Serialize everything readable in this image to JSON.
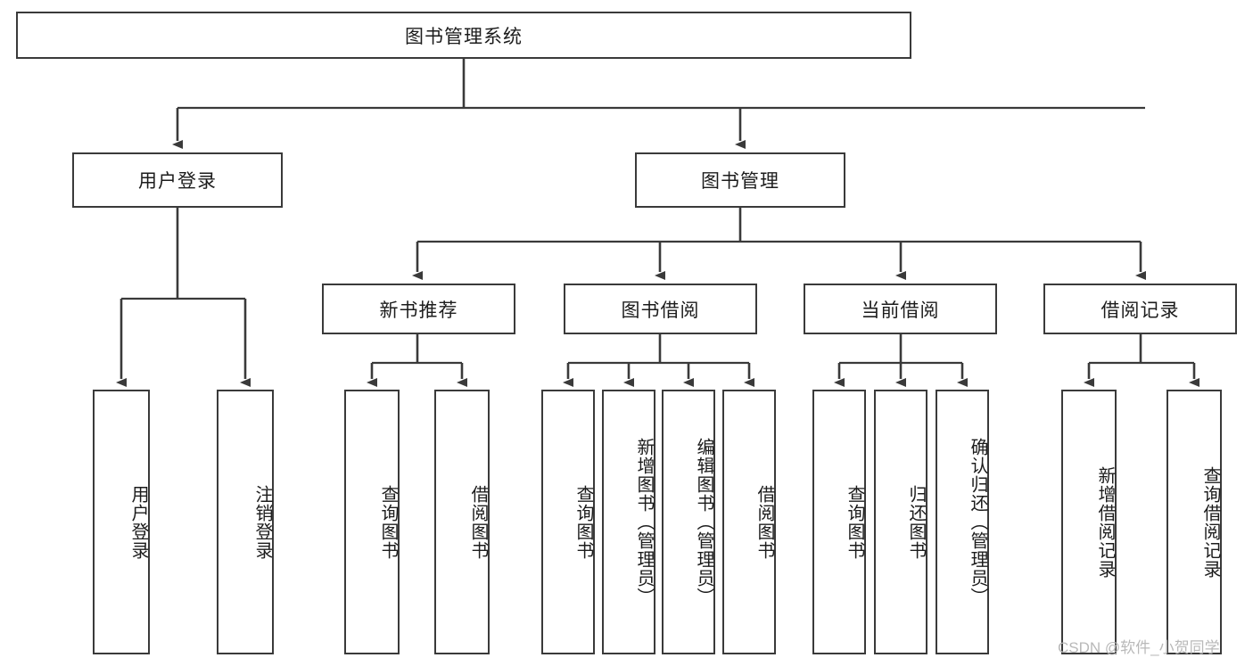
{
  "diagram": {
    "title": "图书管理系统",
    "watermark": "CSDN @软件_小贺同学",
    "colors": {
      "stroke": "#3a3a3a",
      "text": "#1c1c1c",
      "background": "#ffffff",
      "watermark": "#b9b9b9"
    },
    "root": {
      "label": "图书管理系统"
    },
    "tier2": [
      {
        "label": "用户登录"
      },
      {
        "label": "图书管理"
      }
    ],
    "tier3": [
      {
        "label": "新书推荐"
      },
      {
        "label": "图书借阅"
      },
      {
        "label": "当前借阅"
      },
      {
        "label": "借阅记录"
      }
    ],
    "leaves": {
      "user_login": [
        {
          "label": "用户登录"
        },
        {
          "label": "注销登录"
        }
      ],
      "new_book_recommend": [
        {
          "label": "查询图书"
        },
        {
          "label": "借阅图书"
        }
      ],
      "book_borrow": [
        {
          "label": "查询图书"
        },
        {
          "label": "新增图书（管理员）"
        },
        {
          "label": "编辑图书（管理员）"
        },
        {
          "label": "借阅图书"
        }
      ],
      "current_borrow": [
        {
          "label": "查询图书"
        },
        {
          "label": "归还图书"
        },
        {
          "label": "确认归还（管理员）"
        }
      ],
      "borrow_record": [
        {
          "label": "新增借阅记录"
        },
        {
          "label": "查询借阅记录"
        }
      ]
    }
  }
}
